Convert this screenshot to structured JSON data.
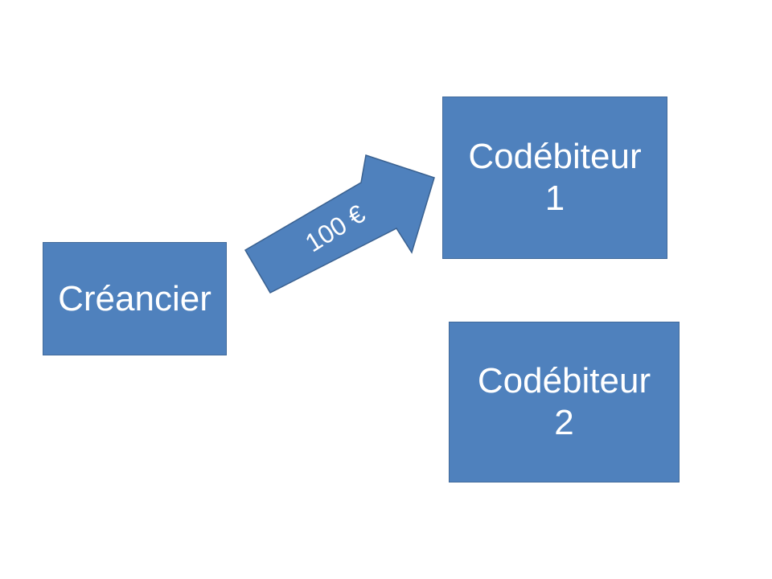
{
  "diagram": {
    "nodes": {
      "creancier": {
        "label": "Créancier"
      },
      "codebiteur1": {
        "line1": "Codébiteur",
        "line2": "1"
      },
      "codebiteur2": {
        "line1": "Codébiteur",
        "line2": "2"
      }
    },
    "arrow": {
      "label": "100 €",
      "from": "creancier",
      "to": "codebiteur1"
    },
    "colors": {
      "fill": "#4f81bd",
      "stroke": "#3a6190",
      "text": "#ffffff",
      "background": "#ffffff"
    }
  }
}
